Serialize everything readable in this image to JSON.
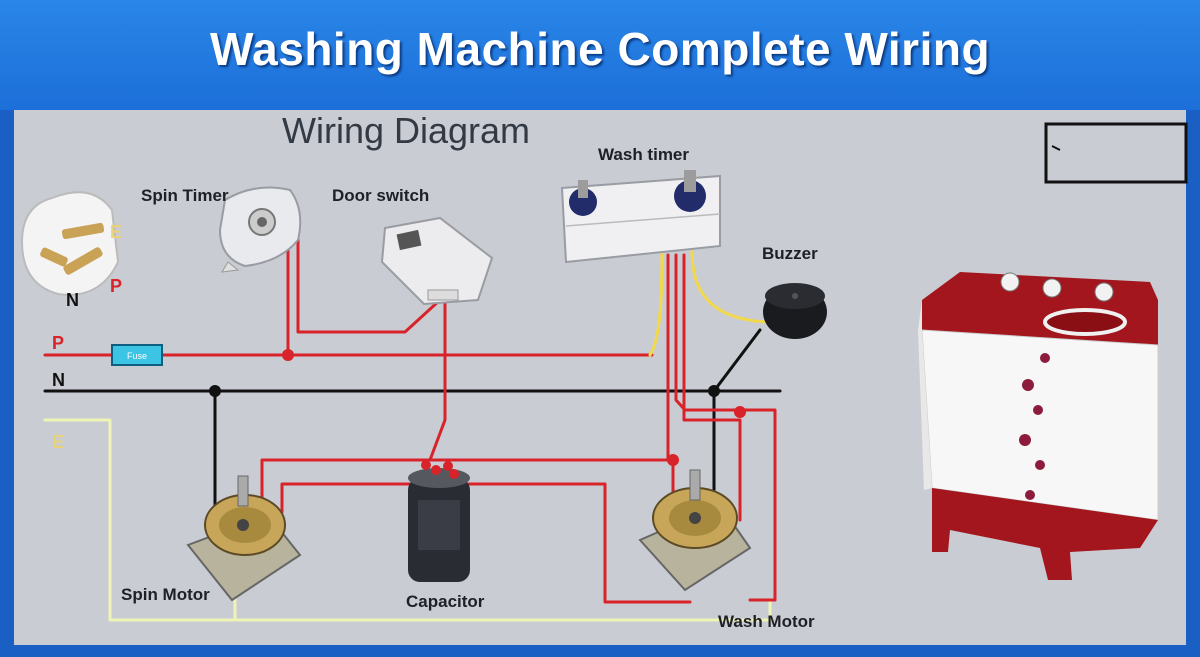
{
  "header": {
    "title": "Washing Machine Complete Wiring"
  },
  "diagram": {
    "subtitle": "Wiring Diagram",
    "plug": {
      "label_n": "N",
      "label_p": "P",
      "label_e": "E"
    },
    "lines": {
      "phase": "P",
      "neutral": "N",
      "earth": "E"
    },
    "fuse": "Fuse",
    "components": {
      "spin_timer": "Spin Timer",
      "door_switch": "Door switch",
      "wash_timer": "Wash timer",
      "buzzer": "Buzzer",
      "spin_motor": "Spin Motor",
      "capacitor": "Capacitor",
      "wash_motor": "Wash Motor"
    },
    "colors": {
      "phase": "#d8232a",
      "neutral": "#111111",
      "earth": "#e8f0a8",
      "timer_lead": "#f2d94a",
      "header": "#1c6fd8"
    }
  }
}
